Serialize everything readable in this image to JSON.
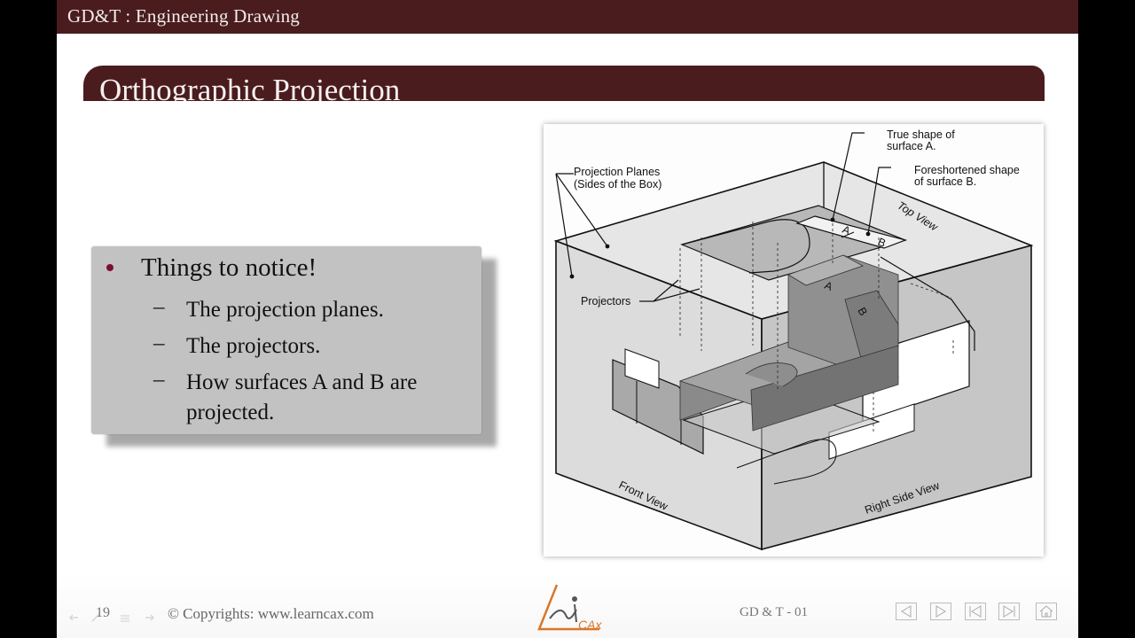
{
  "header": {
    "course_title": "GD&T : Engineering Drawing"
  },
  "slide": {
    "title": "Orthographic Projection",
    "bullets": {
      "main": "Things to notice!",
      "sub_items": [
        {
          "dash": "–",
          "text": "The projection planes."
        },
        {
          "dash": "–",
          "text": "The projectors."
        },
        {
          "dash": "–",
          "text": "How surfaces A and B are projected."
        }
      ]
    },
    "figure": {
      "labels": {
        "projection_planes_1": "Projection Planes",
        "projection_planes_2": "(Sides of the Box)",
        "true_shape_1": "True shape of",
        "true_shape_2": "surface A.",
        "foreshortened_1": "Foreshortened shape",
        "foreshortened_2": "of surface B.",
        "top_view": "Top View",
        "projectors": "Projectors",
        "front_view": "Front View",
        "right_side_view": "Right Side View",
        "surface_a": "A",
        "surface_b": "B"
      }
    }
  },
  "footer": {
    "slide_number": "19",
    "copyright": "© Copyrights: www.learncax.com",
    "course_code": "GD & T - 01",
    "logo_text": "CAx",
    "nav": {
      "previous": "previous-slide",
      "next": "next-slide",
      "first": "first-slide",
      "last": "last-slide",
      "home": "home"
    }
  },
  "colors": {
    "brand_maroon": "#4a1c1e",
    "bullet_box": "#c2c2c2",
    "bullet_dot": "#7a1030",
    "logo_orange": "#d9772a"
  }
}
